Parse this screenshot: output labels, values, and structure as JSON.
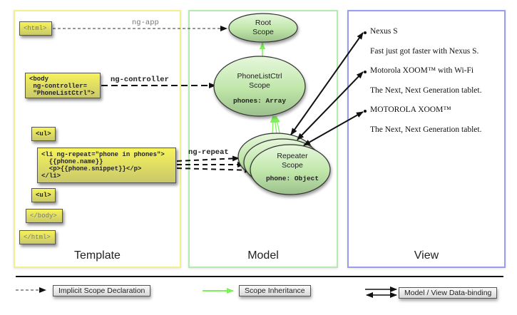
{
  "panels": {
    "template": {
      "title": "Template",
      "border_color": "#f2f08a"
    },
    "model": {
      "title": "Model",
      "border_color": "#b6eab0"
    },
    "view": {
      "title": "View",
      "border_color": "#9a9cf2"
    }
  },
  "template": {
    "html_open": "<html>",
    "body_open": "<body\n ng-controller=\n \"PhoneListCtrl\">",
    "ul_open": "<ul>",
    "li_repeat": "<li ng-repeat=\"phone in phones\">\n  {{phone.name}}\n  <p>{{phone.snippet}}</p>\n</li>",
    "ul_close": "<ul>",
    "body_close": "</body>",
    "html_close": "</html>"
  },
  "edges": {
    "ng_app": "ng-app",
    "ng_controller": "ng-controller",
    "ng_repeat": "ng-repeat"
  },
  "scopes": {
    "root": {
      "line1": "Root",
      "line2": "Scope"
    },
    "controller": {
      "line1": "PhoneListCtrl",
      "line2": "Scope",
      "prop": "phones: Array"
    },
    "repeater": {
      "line1": "Repeater",
      "line2": "Scope",
      "prop": "phone: Object"
    }
  },
  "view": {
    "items": [
      {
        "name": "Nexus S",
        "snippet": "Fast just got faster with Nexus S."
      },
      {
        "name": "Motorola XOOM™  with Wi-Fi",
        "snippet": "The Next, Next Generation tablet."
      },
      {
        "name": "MOTOROLA XOOM™",
        "snippet": "The Next, Next Generation tablet."
      }
    ]
  },
  "legend": {
    "implicit": "Implicit Scope Declaration",
    "inheritance": "Scope Inheritance",
    "binding": "Model / View Data-binding"
  },
  "colors": {
    "template_box": "#f6f35a",
    "scope_fill": "#c8eab6",
    "inheritance_arrow": "#7ef05a"
  }
}
